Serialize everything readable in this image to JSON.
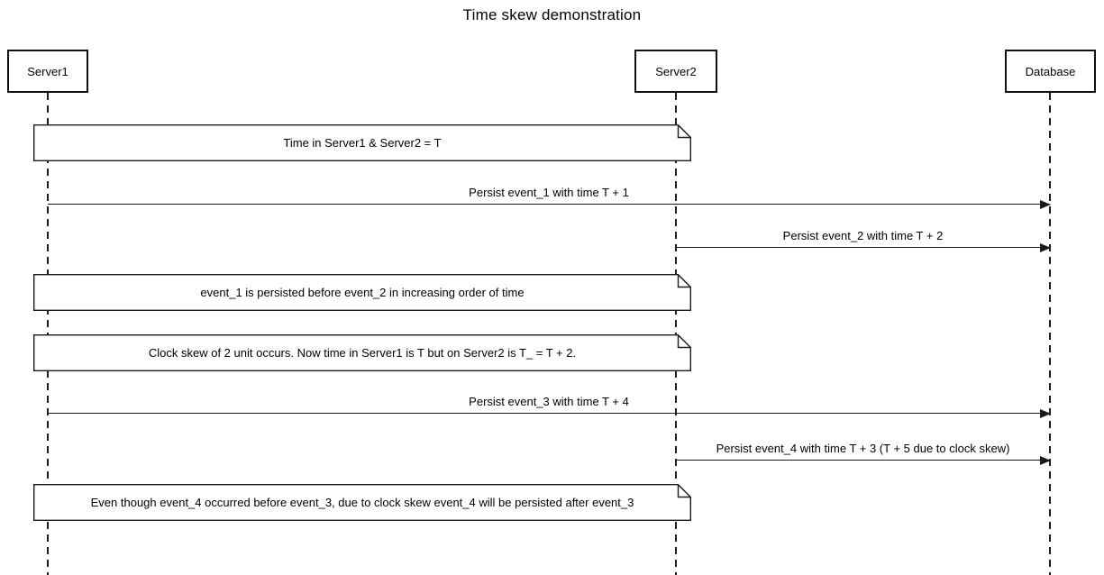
{
  "title": "Time skew demonstration",
  "participants": [
    {
      "id": "server1",
      "label": "Server1"
    },
    {
      "id": "server2",
      "label": "Server2"
    },
    {
      "id": "database",
      "label": "Database"
    }
  ],
  "messages": [
    {
      "from": "Server1",
      "to": "Database",
      "label": "Persist event_1 with time T + 1"
    },
    {
      "from": "Server2",
      "to": "Database",
      "label": "Persist event_2 with time T + 2"
    },
    {
      "from": "Server1",
      "to": "Database",
      "label": "Persist event_3 with time T + 4"
    },
    {
      "from": "Server2",
      "to": "Database",
      "label": "Persist event_4 with time T + 3 (T + 5 due to clock skew)"
    }
  ],
  "notes": [
    {
      "text": "Time in Server1 & Server2 = T"
    },
    {
      "text": "event_1 is persisted before event_2 in increasing order of time"
    },
    {
      "text": "Clock skew of 2 unit occurs. Now time in Server1 is T but on Server2 is T_ = T + 2."
    },
    {
      "text": "Even though event_4 occurred before event_3, due to clock skew event_4 will be persisted after event_3"
    }
  ],
  "colors": {
    "line": "#1a1a1a",
    "text": "#000000",
    "background": "#ffffff"
  }
}
